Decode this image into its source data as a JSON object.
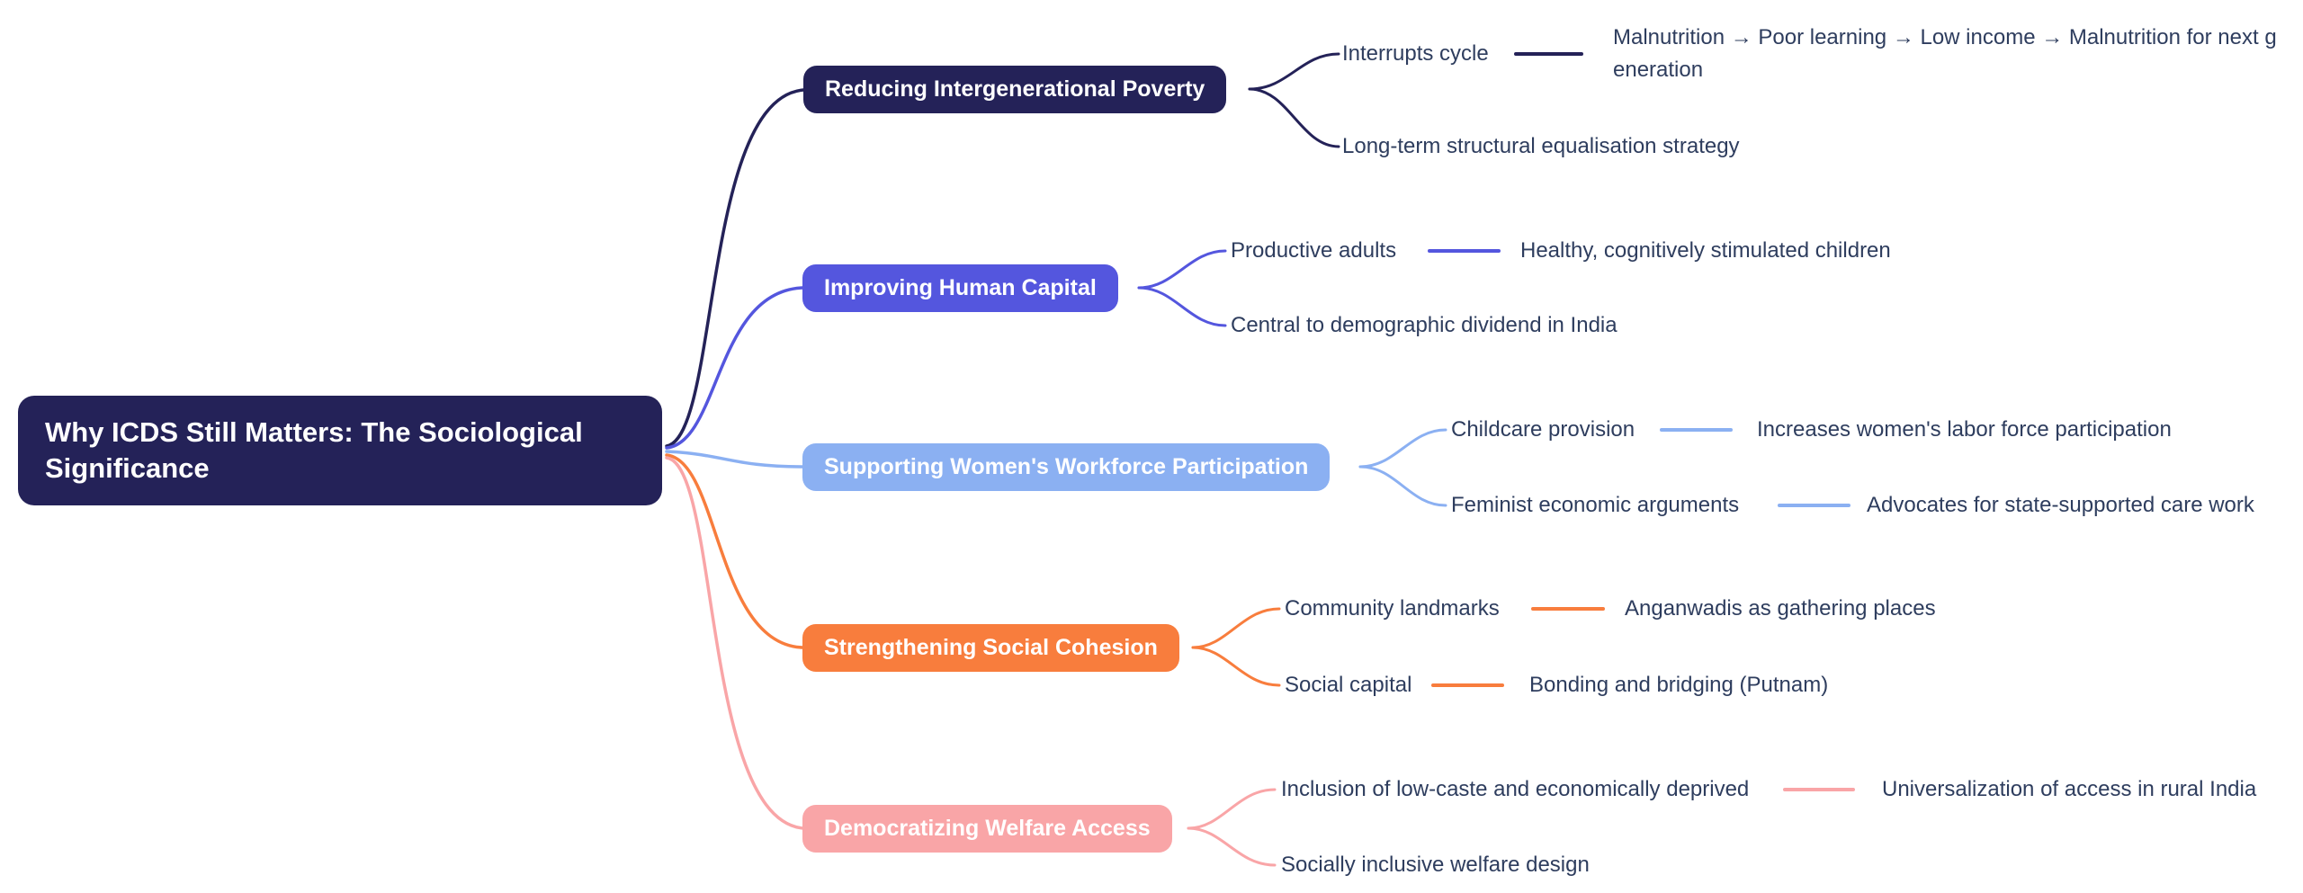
{
  "background": "#FFFFFF",
  "leaf_text_color": "#2E3D5E",
  "central": {
    "label": "Why ICDS Still Matters: The Sociological Significance",
    "color": "#242258",
    "text_color": "#FFFFFF"
  },
  "branches": [
    {
      "label": "Reducing Intergenerational Poverty",
      "color": "#242258",
      "children": [
        {
          "label": "Interrupts cycle",
          "child": {
            "label": "Malnutrition → Poor learning → Low income → Malnutrition for next generation"
          }
        },
        {
          "label": "Long-term structural equalisation strategy"
        }
      ]
    },
    {
      "label": "Improving Human Capital",
      "color": "#5456DE",
      "children": [
        {
          "label": "Productive adults",
          "child": {
            "label": "Healthy, cognitively stimulated children"
          }
        },
        {
          "label": "Central to demographic dividend in India"
        }
      ]
    },
    {
      "label": "Supporting Women's Workforce Participation",
      "color": "#8BB0F2",
      "children": [
        {
          "label": "Childcare provision",
          "child": {
            "label": "Increases women's labor force participation"
          }
        },
        {
          "label": "Feminist economic arguments",
          "child": {
            "label": "Advocates for state-supported care work"
          }
        }
      ]
    },
    {
      "label": "Strengthening Social Cohesion",
      "color": "#F87D3D",
      "children": [
        {
          "label": "Community landmarks",
          "child": {
            "label": "Anganwadis as gathering places"
          }
        },
        {
          "label": "Social capital",
          "child": {
            "label": "Bonding and bridging (Putnam)"
          }
        }
      ]
    },
    {
      "label": "Democratizing Welfare Access",
      "color": "#F9A5A7",
      "children": [
        {
          "label": "Inclusion of low-caste and economically deprived",
          "child": {
            "label": "Universalization of access in rural India"
          }
        },
        {
          "label": "Socially inclusive welfare design"
        }
      ]
    }
  ]
}
